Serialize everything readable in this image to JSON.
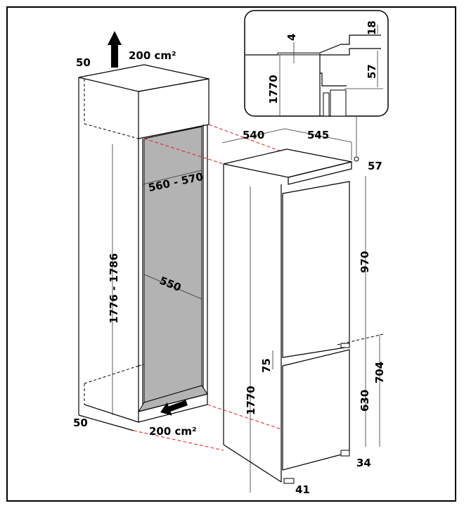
{
  "colors": {
    "niche_back": "#b3b3b3",
    "guide_lines": "#e02020",
    "line": "#000000"
  },
  "cabinet": {
    "ventilation_top": "200 cm²",
    "ventilation_bottom": "200 cm²",
    "gap_top": "50",
    "gap_bottom": "50",
    "niche_width": "560 - 570",
    "niche_depth": "550",
    "niche_height": "1776 - 1786"
  },
  "appliance": {
    "depth": "540",
    "width": "545",
    "top_offset": "57",
    "upper_door": "970",
    "door_gap": "75",
    "lower_section": "704",
    "lower_door": "630",
    "height": "1770",
    "bottom_offset": "34",
    "plinth": "41"
  },
  "detail_inset": {
    "gap": "4",
    "top_height": "18",
    "height": "1770",
    "offset": "57"
  }
}
